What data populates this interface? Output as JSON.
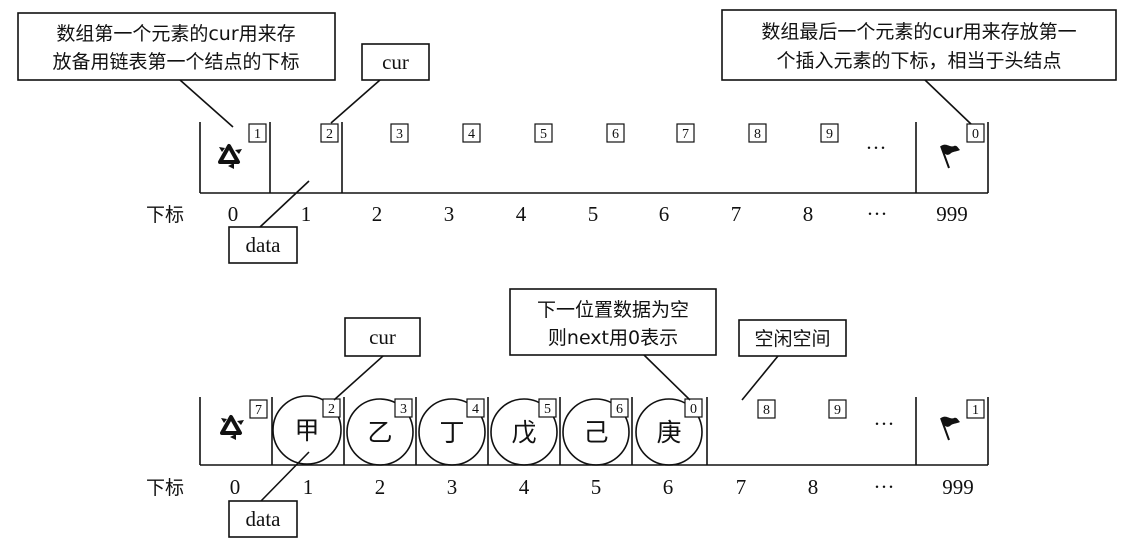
{
  "top": {
    "callout_left_line1": "数组第一个元素的cur用来存",
    "callout_left_line2": "放备用链表第一个结点的下标",
    "callout_cur": "cur",
    "callout_right_line1": "数组最后一个元素的cur用来存放第一",
    "callout_right_line2": "个插入元素的下标，相当于头结点",
    "callout_data": "data",
    "index_label": "下标",
    "cells": [
      {
        "cur": "1",
        "data": "",
        "index": "0",
        "icon": "recycle-icon"
      },
      {
        "cur": "2",
        "data": "",
        "index": "1"
      },
      {
        "cur": "3",
        "data": "",
        "index": "2"
      },
      {
        "cur": "4",
        "data": "",
        "index": "3"
      },
      {
        "cur": "5",
        "data": "",
        "index": "4"
      },
      {
        "cur": "6",
        "data": "",
        "index": "5"
      },
      {
        "cur": "7",
        "data": "",
        "index": "6"
      },
      {
        "cur": "8",
        "data": "",
        "index": "7"
      },
      {
        "cur": "9",
        "data": "",
        "index": "8"
      },
      {
        "cur": "",
        "data": "···",
        "index": "···"
      },
      {
        "cur": "0",
        "data": "",
        "index": "999",
        "icon": "flag-icon"
      }
    ]
  },
  "bottom": {
    "callout_cur": "cur",
    "callout_next_line1": "下一位置数据为空",
    "callout_next_line2": "则next用0表示",
    "callout_free": "空闲空间",
    "callout_data": "data",
    "index_label": "下标",
    "cells": [
      {
        "cur": "7",
        "data": "",
        "index": "0",
        "icon": "recycle-icon"
      },
      {
        "cur": "2",
        "data": "甲",
        "index": "1"
      },
      {
        "cur": "3",
        "data": "乙",
        "index": "2"
      },
      {
        "cur": "4",
        "data": "丁",
        "index": "3"
      },
      {
        "cur": "5",
        "data": "戊",
        "index": "4"
      },
      {
        "cur": "6",
        "data": "己",
        "index": "5"
      },
      {
        "cur": "0",
        "data": "庚",
        "index": "6"
      },
      {
        "cur": "8",
        "data": "",
        "index": "7"
      },
      {
        "cur": "9",
        "data": "",
        "index": "8"
      },
      {
        "cur": "",
        "data": "···",
        "index": "···"
      },
      {
        "cur": "1",
        "data": "",
        "index": "999",
        "icon": "flag-icon"
      }
    ]
  }
}
